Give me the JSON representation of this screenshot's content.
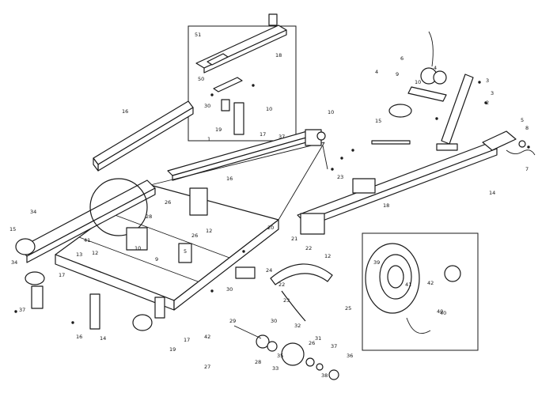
{
  "callouts": [
    "51",
    "50",
    "30",
    "18",
    "10",
    "16",
    "19",
    "17",
    "37",
    "1",
    "16",
    "10",
    "3",
    "4",
    "6",
    "10",
    "9",
    "4",
    "3",
    "5",
    "8",
    "2",
    "15",
    "7",
    "14",
    "18",
    "40",
    "34",
    "26",
    "12",
    "13",
    "17",
    "15",
    "28",
    "41",
    "12",
    "10",
    "9",
    "5",
    "26",
    "12",
    "22",
    "21",
    "20",
    "23",
    "34",
    "37",
    "16",
    "14",
    "19",
    "17",
    "42",
    "30",
    "29",
    "27",
    "28",
    "24",
    "22",
    "23",
    "30",
    "31",
    "25",
    "33",
    "32",
    "35",
    "26",
    "37",
    "36",
    "38",
    "39",
    "41",
    "42",
    "40"
  ]
}
